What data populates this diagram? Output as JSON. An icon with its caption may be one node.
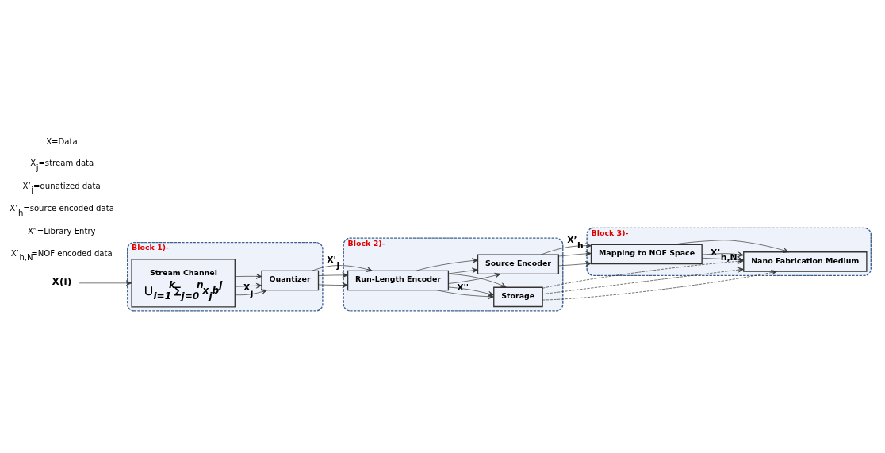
{
  "diagram": {
    "nodes": [
      {
        "text": [
          "Block 1)-"
        ]
      },
      {
        "text": [
          "Stream Channel",
          "⋃$_{i=1}$$^{k}$∑$_{j=0}$$^{n}$x$_{j}$b$^{j}$"
        ],
        "in": 0
      },
      {
        "text": [
          "Quantizer"
        ],
        "in": 0
      },
      {
        "text": [
          "Block 2)-"
        ]
      },
      {
        "text": [
          "Run-Length Encoder"
        ],
        "in": 3
      },
      {
        "text": [
          "Storage"
        ],
        "in": 3
      },
      {
        "text": [
          "Source Encoder"
        ],
        "in": 3
      },
      {
        "text": [
          "Block 3)-"
        ]
      },
      {
        "text": [
          "Nano Fabrication Medium"
        ],
        "in": 7
      },
      {
        "text": [
          "Mapping to NOF Space"
        ],
        "in": 7
      },
      {
        "text": [
          "X(i)"
        ]
      }
    ],
    "edges": [
      {
        "from": 10,
        "to": 1,
        "arrow": "to"
      },
      {
        "from": 1,
        "to": 2,
        "arrow": "to",
        "label": "X$_{j}$"
      },
      {
        "from": 1,
        "to": 2,
        "arrow": "to"
      },
      {
        "from": 1,
        "to": 2,
        "arrow": "to"
      },
      {
        "from": 2,
        "to": 4,
        "arrow": "to",
        "label": "X'$_{j}$"
      },
      {
        "from": 2,
        "to": 4,
        "arrow": "to"
      },
      {
        "from": 2,
        "to": 4,
        "arrow": "to"
      },
      {
        "from": 4,
        "to": 5,
        "arrow": "to",
        "label": "X''"
      },
      {
        "from": 4,
        "to": 5,
        "arrow": "to"
      },
      {
        "from": 4,
        "to": 5,
        "arrow": "to"
      },
      {
        "from": 4,
        "to": 6,
        "arrow": "to"
      },
      {
        "from": 4,
        "to": 6,
        "arrow": "to"
      },
      {
        "from": 4,
        "to": 6,
        "arrow": "to"
      },
      {
        "from": 6,
        "to": 9,
        "arrow": "to",
        "label": "X’$_{h}$"
      },
      {
        "from": 6,
        "to": 9,
        "arrow": "to"
      },
      {
        "from": 6,
        "to": 9,
        "arrow": "to"
      },
      {
        "from": 9,
        "to": 8,
        "arrow": "to",
        "label": "X’$_{h,N}$"
      },
      {
        "from": 9,
        "to": 8,
        "arrow": "to"
      },
      {
        "from": 9,
        "to": 8,
        "arrow": "to"
      },
      {
        "from": 5,
        "to": 8,
        "arrow": "to",
        "style": "dashed"
      },
      {
        "from": 5,
        "to": 8,
        "arrow": "to",
        "style": "dashed"
      },
      {
        "from": 5,
        "to": 8,
        "arrow": "to",
        "style": "dashed"
      }
    ],
    "labels": [
      "X=Data",
      "X$_{j}$=stream data",
      "X’$_{j}$=qunatized data",
      "X’$_{h}$=source encoded data",
      "X”=Library Entry",
      "X’$_{h,N}$=NOF encoded data"
    ]
  }
}
